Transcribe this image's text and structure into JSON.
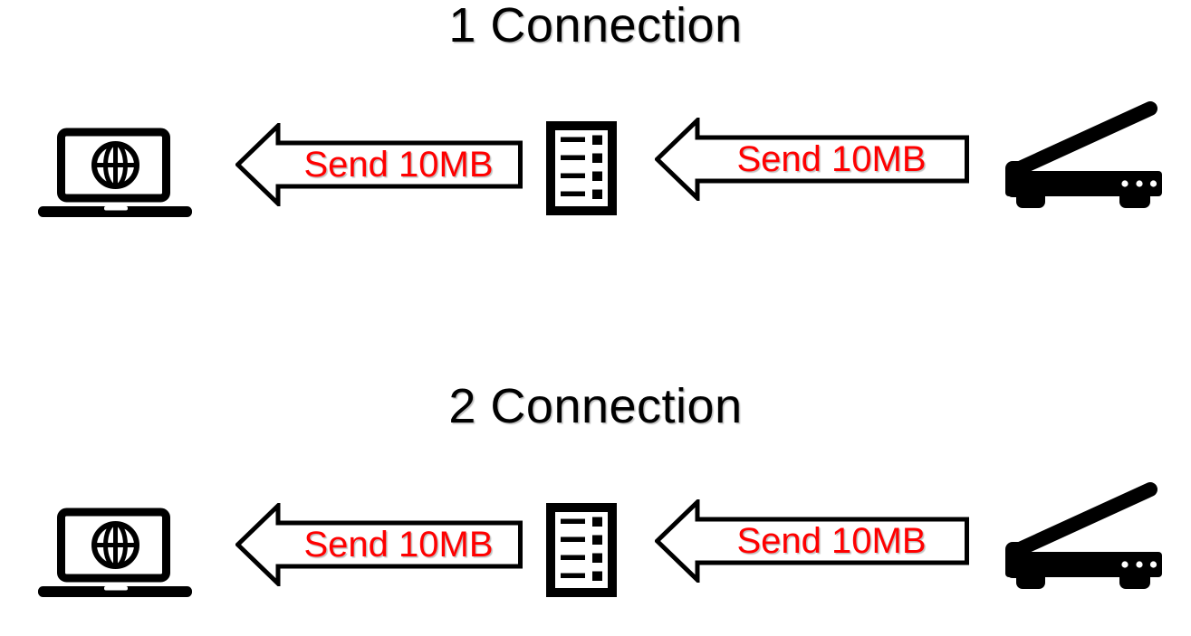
{
  "colors": {
    "ink": "#000000",
    "label_red": "#ff0000",
    "arrow_fill": "#ffffff",
    "background": "#ffffff"
  },
  "sections": [
    {
      "title": "1 Connection",
      "left_node_icon": "laptop-globe-icon",
      "middle_node_icon": "document-list-icon",
      "right_node_icon": "scanner-icon",
      "arrows": [
        {
          "label": "Send 10MB",
          "direction": "left"
        },
        {
          "label": "Send 10MB",
          "direction": "left"
        }
      ]
    },
    {
      "title": "2 Connection",
      "left_node_icon": "laptop-globe-icon",
      "middle_node_icon": "document-list-icon",
      "right_node_icon": "scanner-icon",
      "arrows": [
        {
          "label": "Send 10MB",
          "direction": "left"
        },
        {
          "label": "Send 10MB",
          "direction": "left"
        }
      ]
    }
  ]
}
